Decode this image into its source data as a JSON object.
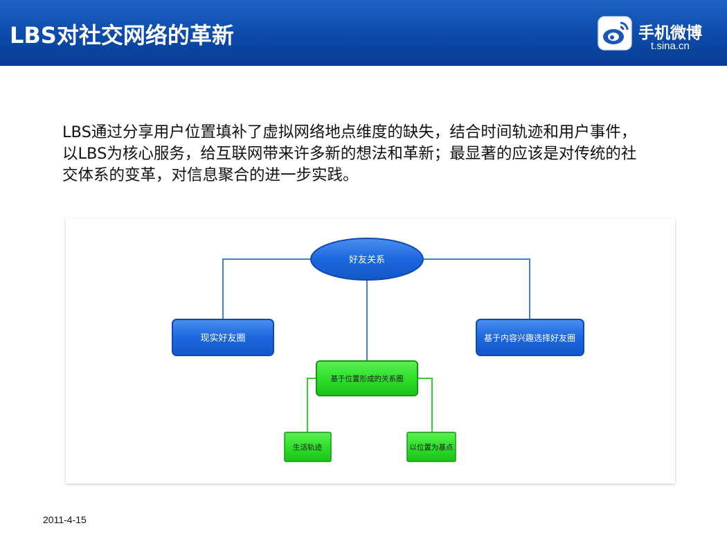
{
  "header": {
    "title": "LBS对社交网络的革新",
    "logo": {
      "icon": "weibo-eye-icon",
      "name": "手机微博",
      "url_text": "t.sina.cn"
    }
  },
  "body": {
    "paragraph": "LBS通过分享用户位置填补了虚拟网络地点维度的缺失，结合时间轨迹和用户事件，以LBS为核心服务，给互联网带来许多新的想法和革新；最显著的应该是对传统的社交体系的变革，对信息聚合的进一步实践。"
  },
  "diagram": {
    "nodes": {
      "root": "好友关系",
      "left": "现实好友圈",
      "right": "基于内容兴趣选择好友圈",
      "middle": "基于位置形成的关系圈",
      "child_left": "生活轨迹",
      "child_right": "以位置为基点"
    },
    "colors": {
      "blue_fill": "#1c67df",
      "blue_stroke": "#0e48b5",
      "green_fill": "#2ee02a",
      "green_stroke": "#119c0f",
      "connector_blue": "#3f82d2",
      "connector_green": "#33cc33"
    }
  },
  "footer": {
    "date": "2011-4-15"
  }
}
